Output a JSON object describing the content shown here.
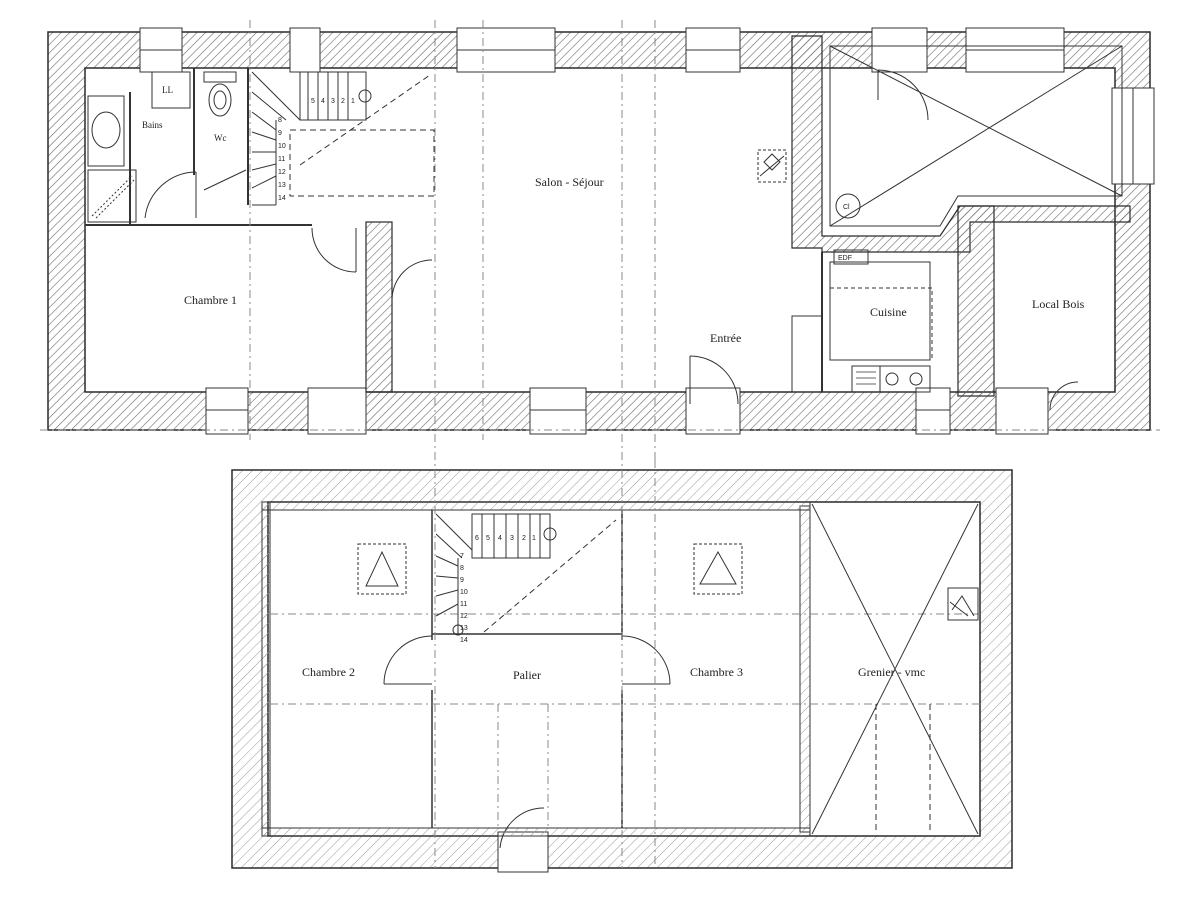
{
  "colors": {
    "wall_stroke": "#2a2a2a",
    "hatch": "#6b6b6b",
    "line": "#333333",
    "dash": "#888888",
    "paper": "#ffffff"
  },
  "ground_floor": {
    "rooms": {
      "bains": "Bains",
      "wc": "Wc",
      "ll": "LL",
      "chambre1": "Chambre 1",
      "salon": "Salon - Séjour",
      "entree": "Entrée",
      "cuisine": "Cuisine",
      "local_bois": "Local Bois",
      "edf": "EDF",
      "cl": "Cl"
    },
    "stair_numbers": [
      "5",
      "4",
      "3",
      "2",
      "1",
      "8",
      "9",
      "10",
      "11",
      "12",
      "13",
      "14"
    ]
  },
  "upper_floor": {
    "rooms": {
      "chambre2": "Chambre 2",
      "palier": "Palier",
      "chambre3": "Chambre 3",
      "grenier": "Grenier - vmc"
    },
    "stair_numbers": [
      "6",
      "5",
      "4",
      "3",
      "2",
      "1",
      "7",
      "8",
      "9",
      "10",
      "11",
      "12",
      "13",
      "14"
    ]
  }
}
